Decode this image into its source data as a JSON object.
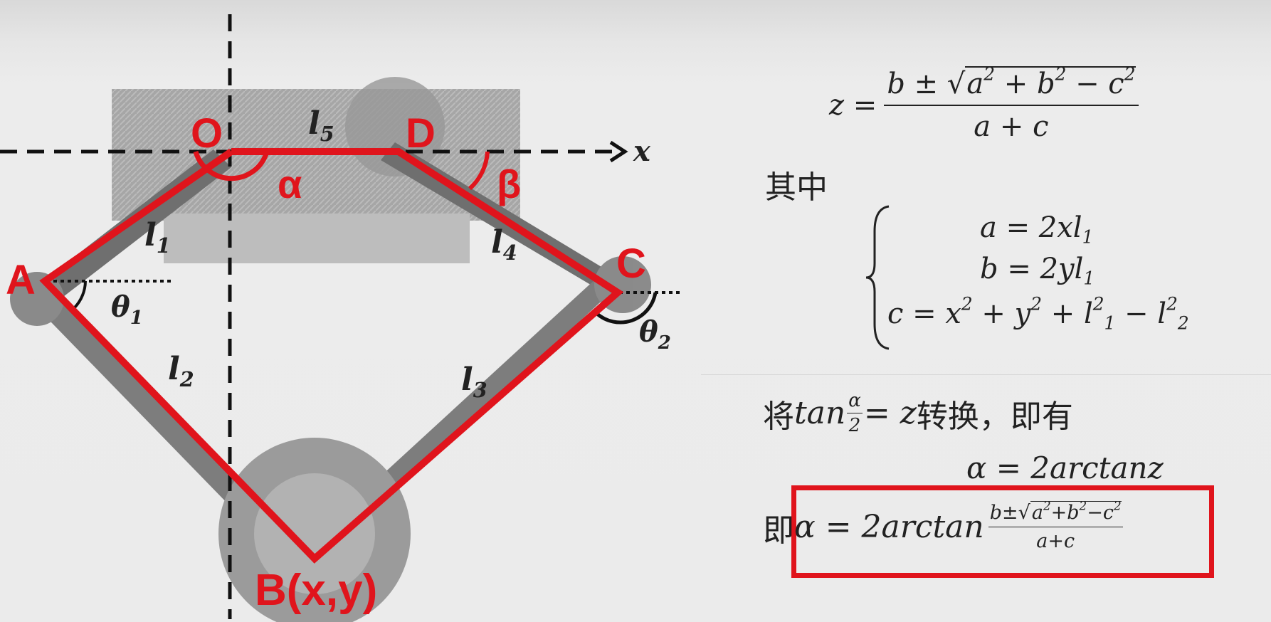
{
  "diagram": {
    "axis_x_label": "x",
    "points": {
      "O": "O",
      "D": "D",
      "A": "A",
      "C": "C",
      "B": "B(x,y)"
    },
    "angles": {
      "alpha": "α",
      "beta": "β"
    },
    "theta1": {
      "base": "θ",
      "sub": "1"
    },
    "theta2": {
      "base": "θ",
      "sub": "2"
    },
    "links": {
      "l1": {
        "base": "l",
        "sub": "1"
      },
      "l2": {
        "base": "l",
        "sub": "2"
      },
      "l3": {
        "base": "l",
        "sub": "3"
      },
      "l4": {
        "base": "l",
        "sub": "4"
      },
      "l5": {
        "base": "l",
        "sub": "5"
      }
    },
    "colors": {
      "linkage": "#e0141c",
      "axes": "#222222"
    }
  },
  "formulas": {
    "z_lhs": "z =",
    "z_num_pre": "b ± ",
    "z_num_sqrt": "√",
    "z_num_radicand_a": "a",
    "z_num_radicand_mid": " + b",
    "z_num_radicand_tail": " − c",
    "exp2": "2",
    "z_den": "a + c",
    "qizhong": "其中",
    "a_eq": "a = 2xl",
    "b_eq": "b = 2yl",
    "c_eq_pre": "c = x",
    "c_eq_mid": " + y",
    "c_eq_tail1": " + l",
    "c_eq_tail2": " − l",
    "sub1": "1",
    "sub2": "2",
    "jiang": "将 ",
    "tan": "tan",
    "alpha": "α",
    "two": "2",
    "eq_z": " = z ",
    "zhuanhuan": "转换，即有",
    "alpha_eq": "α = 2arctanz",
    "ji": "即",
    "final_lhs": "α = 2arctan",
    "final_num_pre": "b±",
    "final_num_sqrt": "√",
    "final_num_radicand_a": "a",
    "final_num_radicand_mid": "+b",
    "final_num_radicand_tail": "−c",
    "final_den": "a+c"
  }
}
